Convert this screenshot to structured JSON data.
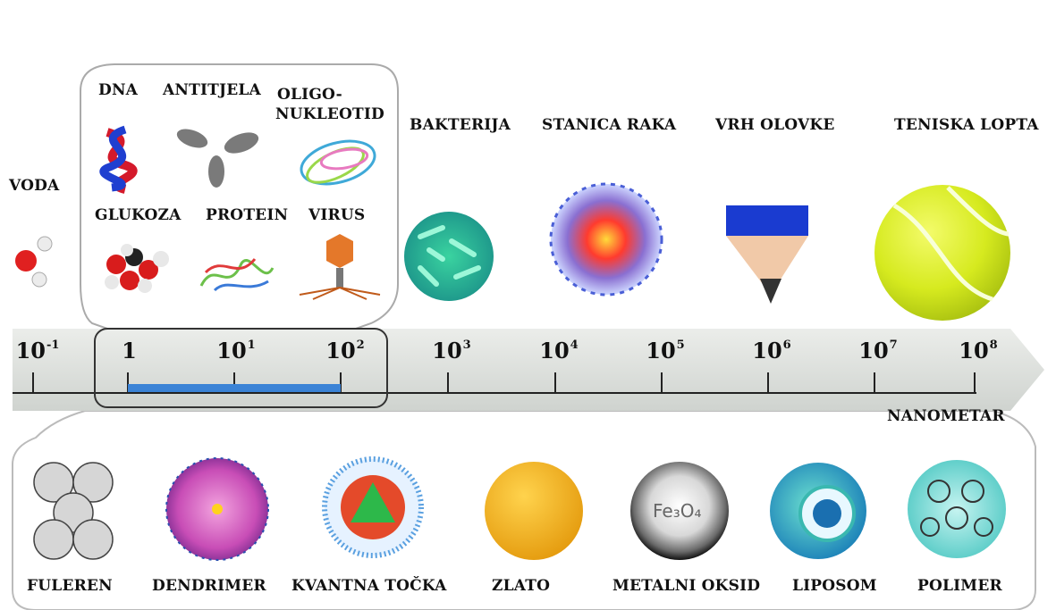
{
  "scale": {
    "unit_label": "NANOMETAR",
    "ticks": [
      {
        "base": "10",
        "exp": "-1"
      },
      {
        "base": "1",
        "exp": ""
      },
      {
        "base": "10",
        "exp": "1"
      },
      {
        "base": "10",
        "exp": "2"
      },
      {
        "base": "10",
        "exp": "3"
      },
      {
        "base": "10",
        "exp": "4"
      },
      {
        "base": "10",
        "exp": "5"
      },
      {
        "base": "10",
        "exp": "6"
      },
      {
        "base": "10",
        "exp": "7"
      },
      {
        "base": "10",
        "exp": "8"
      }
    ],
    "highlight_range": [
      "1",
      "10^2"
    ],
    "colors": {
      "axis_band": "#dfe2de",
      "highlight": "#3b83d6",
      "arrow": "#e6e8e5"
    }
  },
  "top_items": {
    "voda": "VODA",
    "bakterija": "BAKTERIJA",
    "stanica_raka": "STANICA RAKA",
    "vrh_olovke": "VRH OLOVKE",
    "teniska_lopta": "TENISKA LOPTA"
  },
  "zoom_box_items": {
    "dna": "DNA",
    "antitjela": "ANTITJELA",
    "oligo_line1": "OLIGO-",
    "oligo_line2": "NUKLEOTID",
    "glukoza": "GLUKOZA",
    "protein": "PROTEIN",
    "virus": "VIRUS"
  },
  "nanomaterials": {
    "fuleren": "FULEREN",
    "dendrimer": "DENDRIMER",
    "kvantna_tocka": "KVANTNA TOČKA",
    "zlato": "ZLATO",
    "metalni_oksid": "METALNI OKSID",
    "liposom": "LIPOSOM",
    "polimer": "POLIMER",
    "oxide_formula": "Fe₃O₄"
  }
}
